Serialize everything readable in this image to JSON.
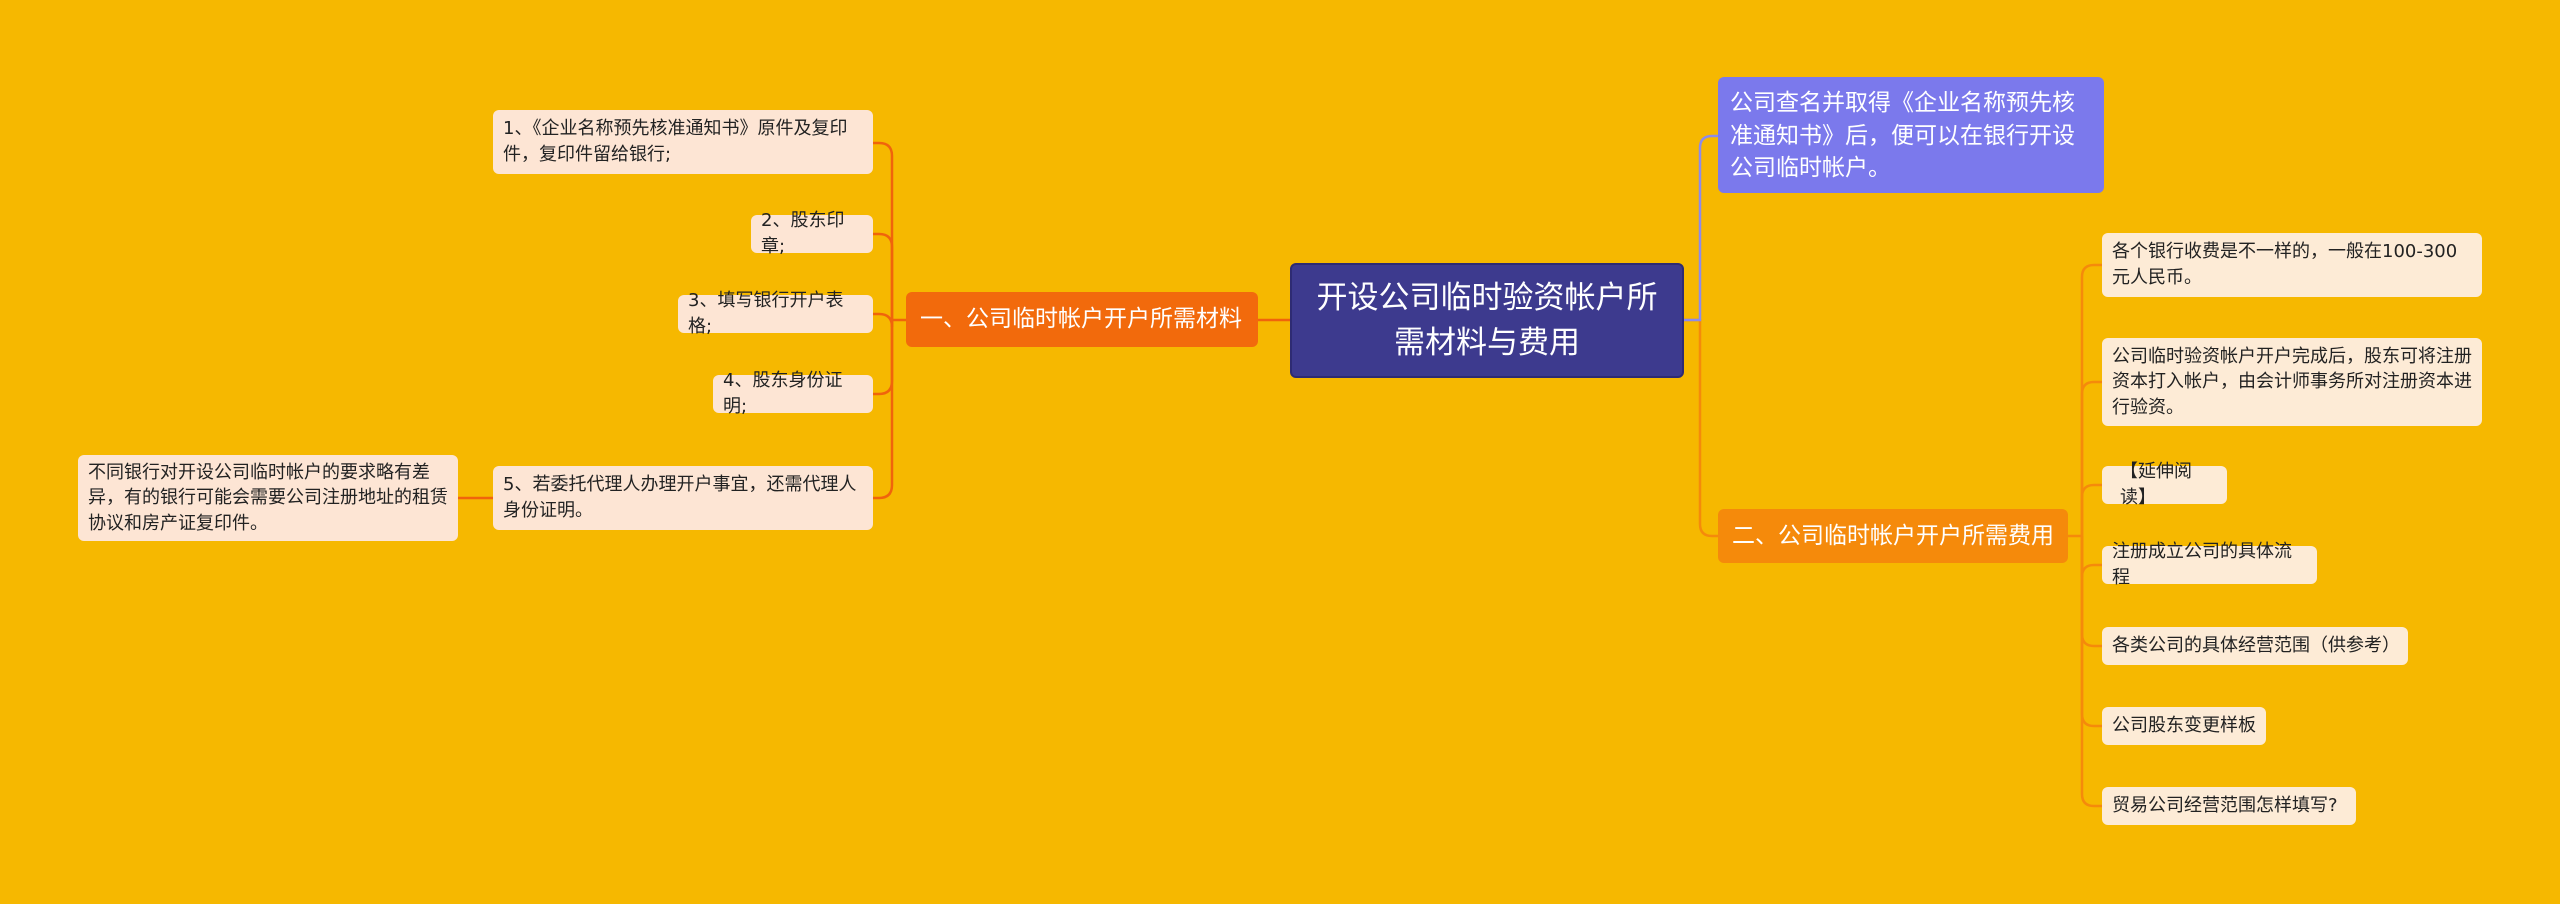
{
  "colors": {
    "background": "#f6b800",
    "root": "#3d3a8e",
    "branch_left": "#f26a0c",
    "branch_right": "#f58a0b",
    "note_purple": "#7b79ec",
    "leaf_left": "#fde5d4",
    "leaf_right": "#fdebd6",
    "line_orange": "#f0640c",
    "line_purple": "#8d8bea"
  },
  "root": {
    "text": "开设公司临时验资帐户所需材料与费用"
  },
  "left_branch": {
    "label": "一、公司临时帐户开户所需材料",
    "items": [
      "1、《企业名称预先核准通知书》原件及复印件，复印件留给银行;",
      "2、股东印章;",
      "3、填写银行开户表格;",
      "4、股东身份证明;",
      "5、若委托代理人办理开户事宜，还需代理人身份证明。"
    ],
    "sub_note": "不同银行对开设公司临时帐户的要求略有差异，有的银行可能会需要公司注册地址的租赁协议和房产证复印件。"
  },
  "right_note": {
    "text": "公司查名并取得《企业名称预先核准通知书》后，便可以在银行开设公司临时帐户。"
  },
  "right_branch": {
    "label": "二、公司临时帐户开户所需费用",
    "items": [
      "各个银行收费是不一样的，一般在100-300元人民币。",
      "公司临时验资帐户开户完成后，股东可将注册资本打入帐户，由会计师事务所对注册资本进行验资。",
      "【延伸阅读】",
      "注册成立公司的具体流程",
      "各类公司的具体经营范围（供参考）",
      "公司股东变更样板",
      "贸易公司经营范围怎样填写?"
    ]
  }
}
